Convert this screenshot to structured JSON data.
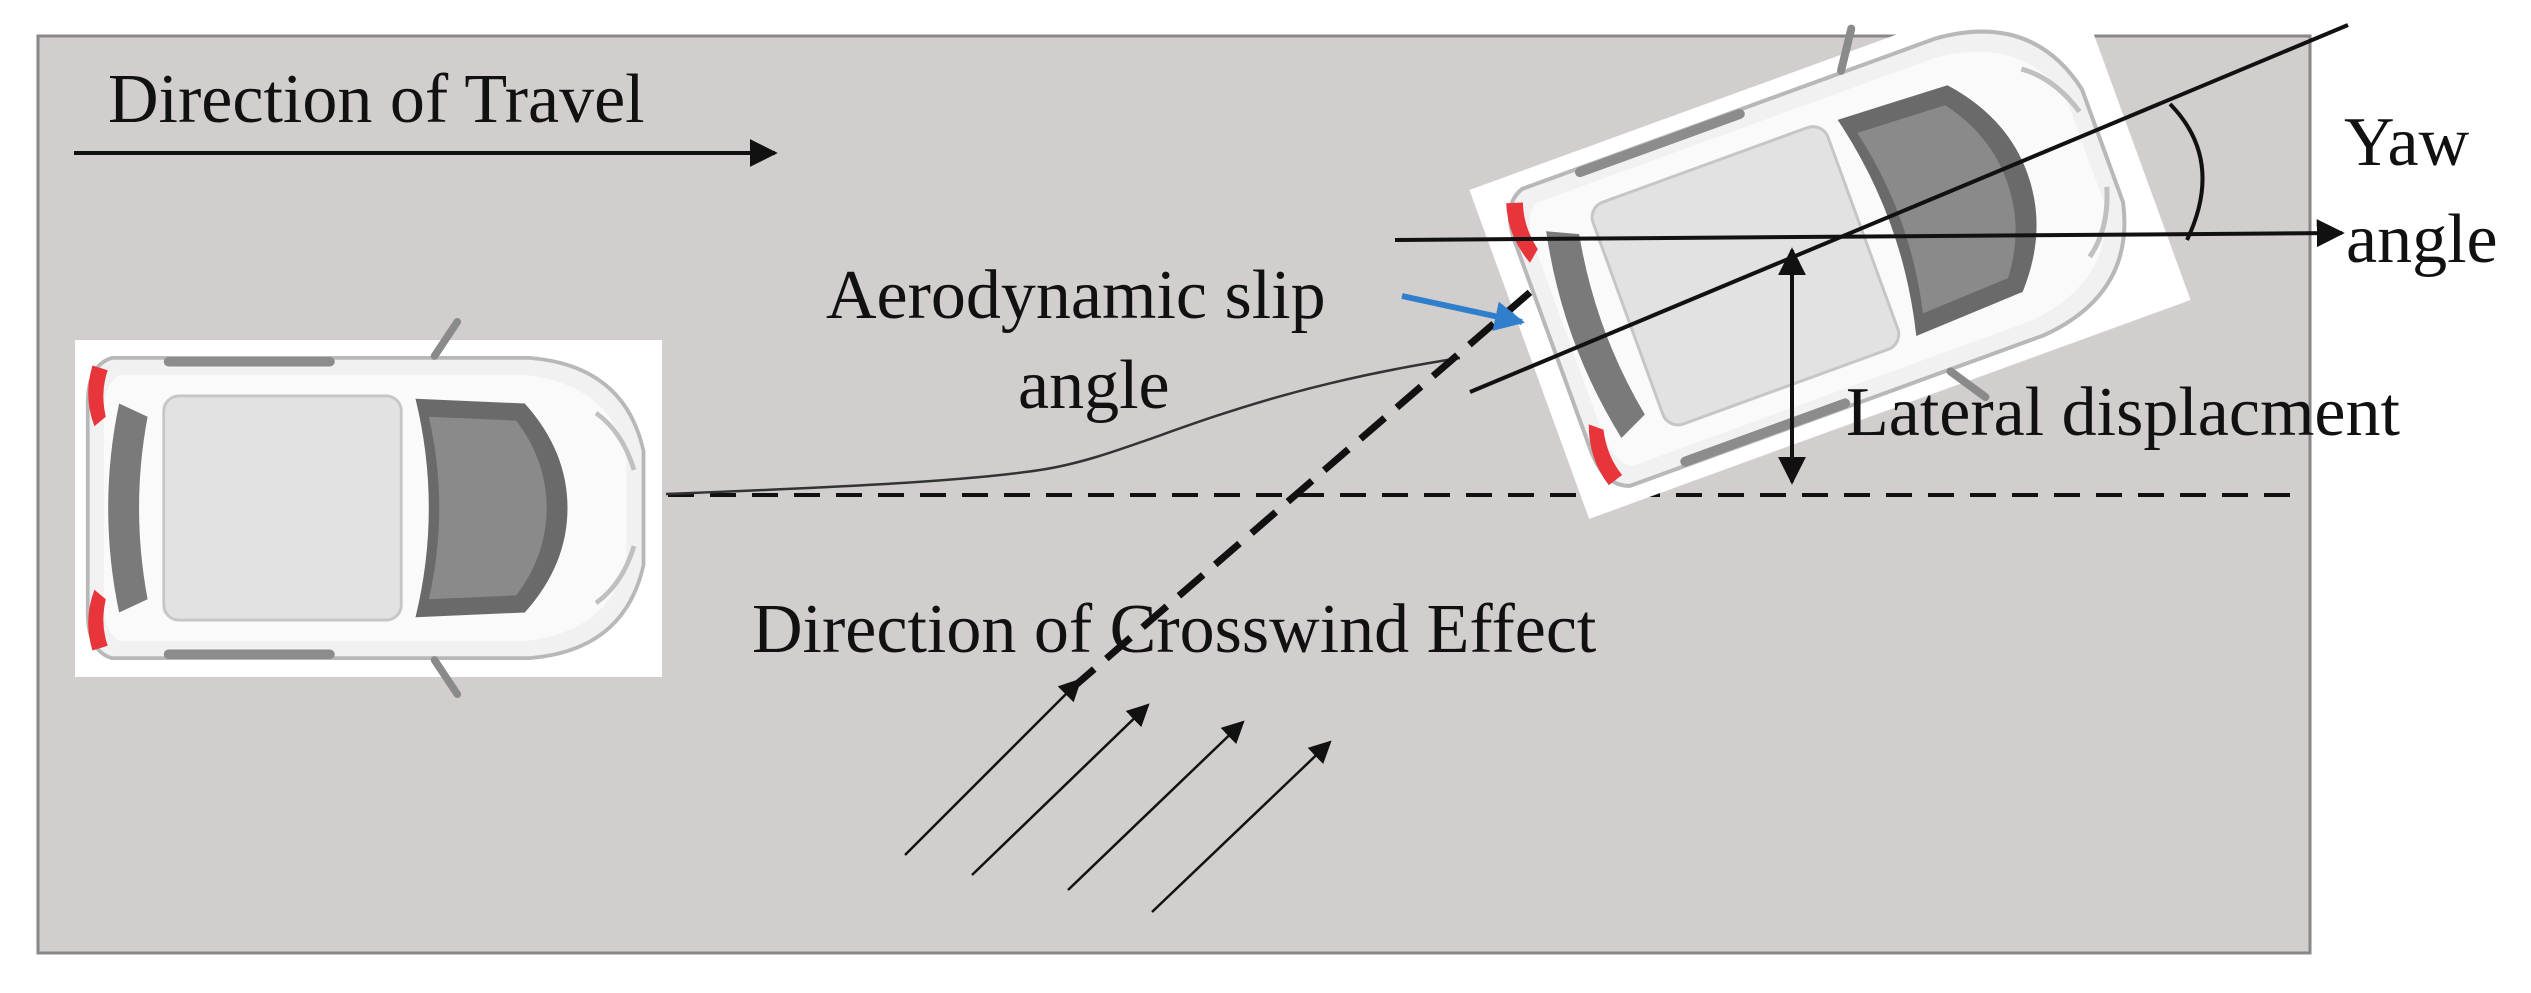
{
  "labels": {
    "direction_of_travel": "Direction of Travel",
    "yaw_line1": "Yaw",
    "yaw_line2": "angle",
    "slip_line1": "Aerodynamic slip",
    "slip_line2": "angle",
    "lateral_displacement": "Lateral displacment",
    "crosswind": "Direction of Crosswind Effect"
  },
  "colors": {
    "road": "#d2cece",
    "ink": "#111111",
    "slip_pointer": "#2f7fcc",
    "tail_light": "#e8353b"
  },
  "icons": {
    "vehicle_start": "car-top-view-icon",
    "vehicle_displaced": "car-top-view-icon"
  }
}
